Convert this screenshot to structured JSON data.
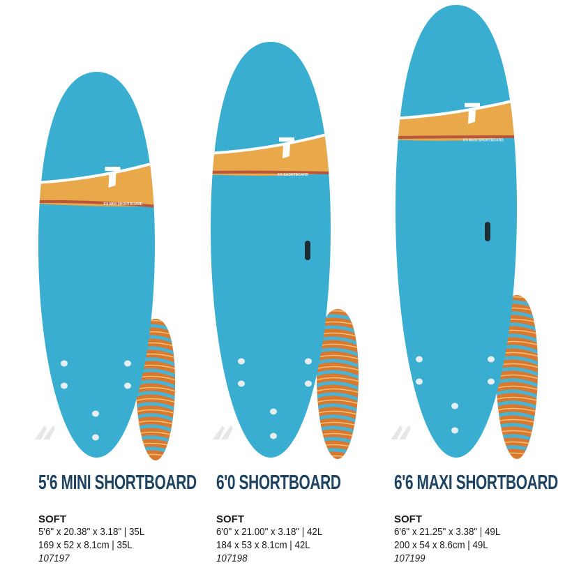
{
  "colors": {
    "board_blue": "#3aaed0",
    "band_orange": "#e9a94a",
    "stripe_red": "#b8553a",
    "title_navy": "#1d4262"
  },
  "products": [
    {
      "title": "5'6 MINI SHORTBOARD",
      "construction": "SOFT",
      "imperial": "5'6\" x 20.38\" x 3.18\" | 35L",
      "metric": "169 x 52 x 8.1cm | 35L",
      "sku": "107197",
      "deck_label": "5'6 MINI SHORTBOARD"
    },
    {
      "title": "6'0 SHORTBOARD",
      "construction": "SOFT",
      "imperial": "6'0\" x 21.00\" x 3.18\" | 42L",
      "metric": "184 x 53 x 8.1cm | 42L",
      "sku": "107198",
      "deck_label": "6'0 SHORTBOARD"
    },
    {
      "title": "6'6 MAXI SHORTBOARD",
      "construction": "SOFT",
      "imperial": "6'6\" x 21.25\" x 3.38\" | 49L",
      "metric": "200 x 54 x 8.6cm | 49L",
      "sku": "107199",
      "deck_label": "6'6 MAXI SHORTBOARD"
    }
  ]
}
